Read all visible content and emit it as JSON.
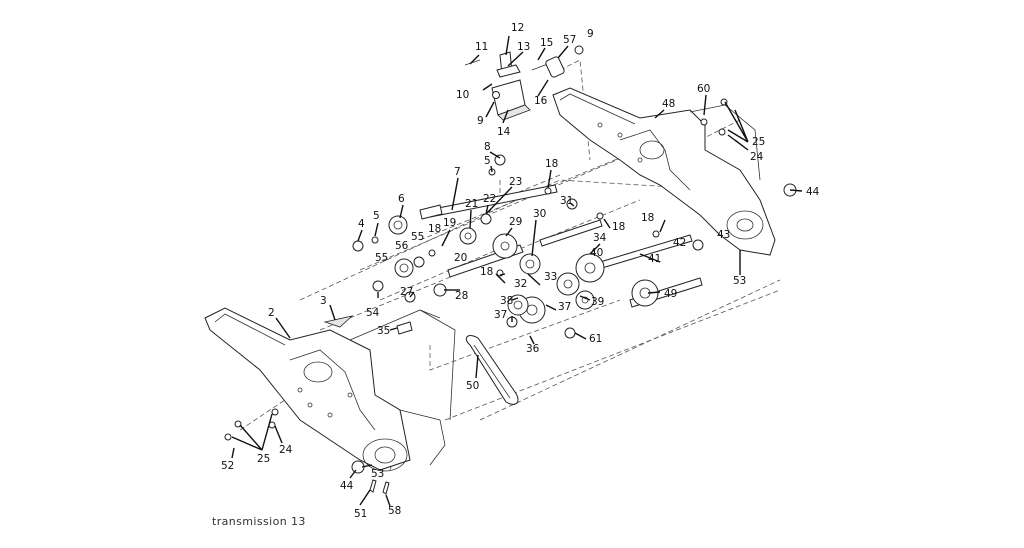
{
  "diagram": {
    "caption": "transmission 13",
    "callouts": [
      {
        "id": "c12",
        "label": "12"
      },
      {
        "id": "c11",
        "label": "11"
      },
      {
        "id": "c13",
        "label": "13"
      },
      {
        "id": "c15",
        "label": "15"
      },
      {
        "id": "c57",
        "label": "57"
      },
      {
        "id": "c9a",
        "label": "9"
      },
      {
        "id": "c10",
        "label": "10"
      },
      {
        "id": "c16",
        "label": "16"
      },
      {
        "id": "c9b",
        "label": "9"
      },
      {
        "id": "c14",
        "label": "14"
      },
      {
        "id": "c48",
        "label": "48"
      },
      {
        "id": "c60",
        "label": "60"
      },
      {
        "id": "c25a",
        "label": "25"
      },
      {
        "id": "c24a",
        "label": "24"
      },
      {
        "id": "c8",
        "label": "8"
      },
      {
        "id": "c5a",
        "label": "5"
      },
      {
        "id": "c7",
        "label": "7"
      },
      {
        "id": "c18a",
        "label": "18"
      },
      {
        "id": "c23",
        "label": "23"
      },
      {
        "id": "c44a",
        "label": "44"
      },
      {
        "id": "c6",
        "label": "6"
      },
      {
        "id": "c22",
        "label": "22"
      },
      {
        "id": "c21",
        "label": "21"
      },
      {
        "id": "c31",
        "label": "31"
      },
      {
        "id": "c4",
        "label": "4"
      },
      {
        "id": "c5b",
        "label": "5"
      },
      {
        "id": "c19",
        "label": "19"
      },
      {
        "id": "c29",
        "label": "29"
      },
      {
        "id": "c30",
        "label": "30"
      },
      {
        "id": "c18b",
        "label": "18"
      },
      {
        "id": "c18c",
        "label": "18"
      },
      {
        "id": "c55a",
        "label": "55"
      },
      {
        "id": "c18d",
        "label": "18"
      },
      {
        "id": "c56",
        "label": "56"
      },
      {
        "id": "c34",
        "label": "34"
      },
      {
        "id": "c42",
        "label": "42"
      },
      {
        "id": "c43",
        "label": "43"
      },
      {
        "id": "c20",
        "label": "20"
      },
      {
        "id": "c40",
        "label": "40"
      },
      {
        "id": "c41",
        "label": "41"
      },
      {
        "id": "c55b",
        "label": "55"
      },
      {
        "id": "c53a",
        "label": "53"
      },
      {
        "id": "c18e",
        "label": "18"
      },
      {
        "id": "c33",
        "label": "33"
      },
      {
        "id": "c32",
        "label": "32"
      },
      {
        "id": "c27",
        "label": "27"
      },
      {
        "id": "c28",
        "label": "28"
      },
      {
        "id": "c54",
        "label": "54"
      },
      {
        "id": "c49",
        "label": "49"
      },
      {
        "id": "c3",
        "label": "3"
      },
      {
        "id": "c38",
        "label": "38"
      },
      {
        "id": "c37a",
        "label": "37"
      },
      {
        "id": "c39",
        "label": "39"
      },
      {
        "id": "c2",
        "label": "2"
      },
      {
        "id": "c37b",
        "label": "37"
      },
      {
        "id": "c35",
        "label": "35"
      },
      {
        "id": "c61",
        "label": "61"
      },
      {
        "id": "c36",
        "label": "36"
      },
      {
        "id": "c50",
        "label": "50"
      },
      {
        "id": "c25b",
        "label": "25"
      },
      {
        "id": "c24b",
        "label": "24"
      },
      {
        "id": "c52",
        "label": "52"
      },
      {
        "id": "c53b",
        "label": "53"
      },
      {
        "id": "c44b",
        "label": "44"
      },
      {
        "id": "c51",
        "label": "51"
      },
      {
        "id": "c58",
        "label": "58"
      }
    ]
  }
}
